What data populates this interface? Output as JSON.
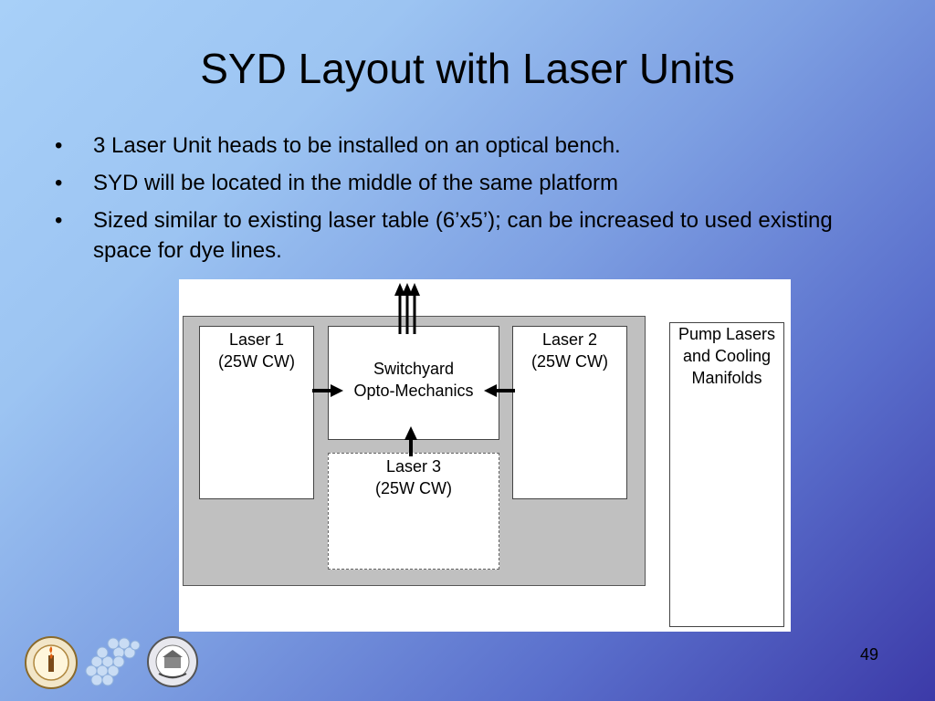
{
  "slide": {
    "title": "SYD Layout with Laser Units",
    "bullets": [
      "3 Laser Unit heads to be installed on an optical bench.",
      "SYD will be located in the middle of the same platform",
      "Sized similar to existing laser table (6’x5’); can be increased to used existing space for dye lines."
    ],
    "page_number": "49"
  },
  "diagram": {
    "laser1": {
      "line1": "Laser 1",
      "line2": "(25W CW)"
    },
    "laser2": {
      "line1": "Laser 2",
      "line2": "(25W CW)"
    },
    "laser3": {
      "line1": "Laser 3",
      "line2": "(25W CW)"
    },
    "switchyard": {
      "line1": "Switchyard",
      "line2": "Opto-Mechanics"
    },
    "pump": {
      "line1": "Pump Lasers",
      "line2": "and Cooling",
      "line3": "Manifolds"
    }
  },
  "logos": [
    "caltech-seal-icon",
    "tmt-mirror-segments-icon",
    "university-of-california-seal-icon"
  ]
}
